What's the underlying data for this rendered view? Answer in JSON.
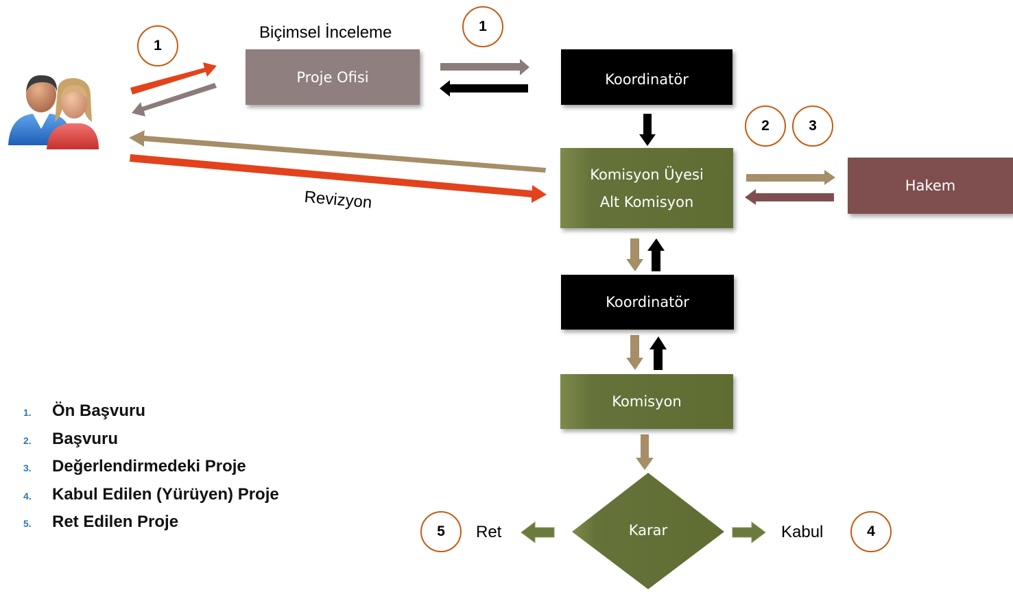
{
  "colors": {
    "orange_arrow": "#e2431c",
    "mauve_arrow": "#8c7b7b",
    "tan_arrow": "#a58e68",
    "black": "#000000",
    "olive_box": "#67753a",
    "proje_ofisi_box": "#8f7f7f",
    "hakem_box": "#7f4e4e",
    "circle_border": "#c55a11",
    "legend_number": "#2e75b6"
  },
  "icons": {
    "users": "users-icon"
  },
  "labels": {
    "bicimsel_inceleme": "Biçimsel İnceleme",
    "revizyon": "Revizyon",
    "ret": "Ret",
    "kabul": "Kabul"
  },
  "nodes": {
    "proje_ofisi": "Proje Ofisi",
    "koordinator_top": "Koordinatör",
    "komisyon_uyesi_line1": "Komisyon Üyesi",
    "komisyon_uyesi_line2": "Alt Komisyon",
    "hakem": "Hakem",
    "koordinator_mid": "Koordinatör",
    "komisyon": "Komisyon",
    "karar": "Karar"
  },
  "badges": {
    "b1_left": "1",
    "b1_top": "1",
    "b2": "2",
    "b3": "3",
    "b5": "5",
    "b4": "4"
  },
  "legend": [
    {
      "num": "1.",
      "text": "Ön Başvuru"
    },
    {
      "num": "2.",
      "text": "Başvuru"
    },
    {
      "num": "3.",
      "text": "Değerlendirmedeki Proje"
    },
    {
      "num": "4.",
      "text": "Kabul Edilen (Yürüyen) Proje"
    },
    {
      "num": "5.",
      "text": "Ret Edilen Proje"
    }
  ]
}
